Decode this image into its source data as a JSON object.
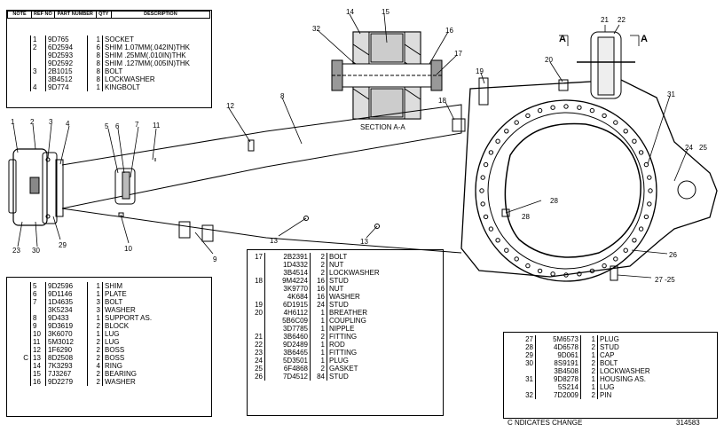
{
  "top_table": {
    "headers": [
      "NOTE",
      "REF NO",
      "PART NUMBER",
      "QTY",
      "DESCRIPTION"
    ],
    "rows": [
      [
        "",
        "1",
        "9D765",
        "1",
        "SOCKET"
      ],
      [
        "",
        "2",
        "6D2594",
        "6",
        "SHIM 1.07MM(.042IN)THK"
      ],
      [
        "",
        "",
        "9D2593",
        "8",
        "SHIM .25MM(.010IN)THK"
      ],
      [
        "",
        "",
        "9D2592",
        "8",
        "SHIM .127MM(.005IN)THK"
      ],
      [
        "",
        "3",
        "2B1015",
        "8",
        "BOLT"
      ],
      [
        "",
        "",
        "3B4512",
        "8",
        "LOCKWASHER"
      ],
      [
        "",
        "4",
        "9D774",
        "1",
        "KINGBOLT"
      ]
    ]
  },
  "left_table": {
    "rows": [
      [
        "",
        "5",
        "9D2596",
        "1",
        "SHIM"
      ],
      [
        "",
        "6",
        "9D1146",
        "1",
        "PLATE"
      ],
      [
        "",
        "7",
        "1D4635",
        "3",
        "BOLT"
      ],
      [
        "",
        "",
        "3K5234",
        "3",
        "WASHER"
      ],
      [
        "",
        "8",
        "9D433",
        "1",
        "SUPPORT AS."
      ],
      [
        "",
        "9",
        "9D3619",
        "2",
        "BLOCK"
      ],
      [
        "",
        "10",
        "3K6070",
        "1",
        "LUG"
      ],
      [
        "",
        "11",
        "5M3012",
        "2",
        "LUG"
      ],
      [
        "",
        "12",
        "1F6290",
        "2",
        "BOSS"
      ],
      [
        "C",
        "13",
        "8D2508",
        "2",
        "BOSS"
      ],
      [
        "",
        "14",
        "7K3293",
        "4",
        "RING"
      ],
      [
        "",
        "15",
        "7J3267",
        "2",
        "BEARING"
      ],
      [
        "",
        "16",
        "9D2279",
        "2",
        "WASHER"
      ]
    ]
  },
  "mid_table": {
    "rows": [
      [
        "17",
        "2B2391",
        "2",
        "BOLT"
      ],
      [
        "",
        "1D4332",
        "2",
        "NUT"
      ],
      [
        "",
        "3B4514",
        "2",
        "LOCKWASHER"
      ],
      [
        "18",
        "9M4224",
        "16",
        "STUD"
      ],
      [
        "",
        "3K9770",
        "16",
        "NUT"
      ],
      [
        "",
        "4K684",
        "16",
        "WASHER"
      ],
      [
        "19",
        "6D1915",
        "24",
        "STUD"
      ],
      [
        "20",
        "4H6112",
        "1",
        "BREATHER"
      ],
      [
        "",
        "5B6C09",
        "1",
        "COUPLING"
      ],
      [
        "",
        "3D7785",
        "1",
        "NIPPLE"
      ],
      [
        "21",
        "3B6460",
        "2",
        "FITTING"
      ],
      [
        "22",
        "9D2489",
        "1",
        "ROD"
      ],
      [
        "23",
        "3B6465",
        "1",
        "FITTING"
      ],
      [
        "24",
        "5D3501",
        "1",
        "PLUG"
      ],
      [
        "25",
        "6F4868",
        "2",
        "GASKET"
      ],
      [
        "26",
        "7D4512",
        "84",
        "STUD"
      ]
    ]
  },
  "right_table": {
    "rows": [
      [
        "27",
        "5M6573",
        "1",
        "PLUG"
      ],
      [
        "28",
        "4D6578",
        "2",
        "STUD"
      ],
      [
        "29",
        "9D061",
        "1",
        "CAP"
      ],
      [
        "30",
        "8S9191",
        "2",
        "BOLT"
      ],
      [
        "",
        "3B4508",
        "2",
        "LOCKWASHER"
      ],
      [
        "31",
        "9D8278",
        "1",
        "HOUSING AS."
      ],
      [
        "",
        "5S214",
        "1",
        "LUG"
      ],
      [
        "32",
        "7D2009",
        "2",
        "PIN"
      ]
    ],
    "footnote": "C  NDICATES  CHANGE"
  },
  "section_label": "SECTION  A-A",
  "drawing_number": "314583",
  "section_marks": [
    "A",
    "A"
  ],
  "callouts": [
    "1",
    "2",
    "3",
    "4",
    "5",
    "6",
    "7",
    "8",
    "9",
    "10",
    "11",
    "12",
    "13",
    "13",
    "14",
    "15",
    "16",
    "17",
    "18",
    "19",
    "20",
    "21",
    "22",
    "23",
    "24",
    "25",
    "26",
    "27 -25",
    "28",
    "29",
    "30",
    "31",
    "32"
  ]
}
